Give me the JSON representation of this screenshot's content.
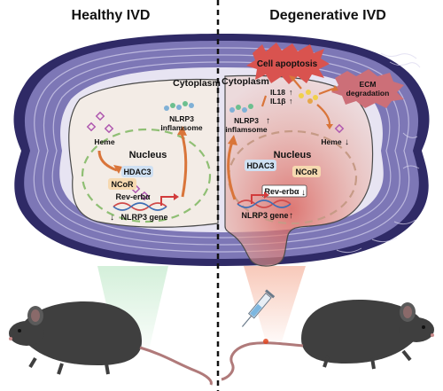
{
  "panels": {
    "left_title": "Healthy IVD",
    "right_title": "Degenerative IVD"
  },
  "healthy": {
    "cytoplasm": "Cytoplasm",
    "nucleus": "Nucleus",
    "heme": "Heme",
    "hdac3": "HDAC3",
    "ncor": "NCoR",
    "rev_erba": "Rev-erbα",
    "nlrp3_gene": "NLRP3 gene",
    "nlrp3_inflam_line1": "NLRP3",
    "nlrp3_inflam_line2": "inflamsome"
  },
  "degenerative": {
    "cytoplasm": "Cytoplasm",
    "nucleus": "Nucleus",
    "heme": "Heme",
    "hdac3": "HDAC3",
    "ncor": "NCoR",
    "rev_erba": "Rev-erbα",
    "nlrp3_gene": "NLRP3 gene",
    "nlrp3_inflam_line1": "NLRP3",
    "nlrp3_inflam_line2": "inflamsome",
    "il18": "IL18",
    "il1b": "IL1β",
    "cell_apoptosis": "Cell apoptosis",
    "ecm_line1": "ECM",
    "ecm_line2": "degradation"
  },
  "colors": {
    "ring_outer": "#2f2a66",
    "ring_band": "#7d77b6",
    "ring_light": "#c8c4e6",
    "cell_healthy": "#f3ece6",
    "cell_degenerative": "#e9b0a2",
    "nucleus_dash": "#8fbf74",
    "arrow": "#d9753a",
    "apoptosis": "#d9534f",
    "ecm": "#cc6f78",
    "hdac3_fill": "#cfe0f2",
    "ncor_fill": "#f6d9b0",
    "mouse": "#3f3f3f",
    "beam": "#bfe3c5",
    "beam_red": "#f5b8a5"
  },
  "icons": [
    "heme-icon",
    "syringe-icon",
    "mouse-icon",
    "dna-icon",
    "up-arrow-icon",
    "down-arrow-icon"
  ]
}
